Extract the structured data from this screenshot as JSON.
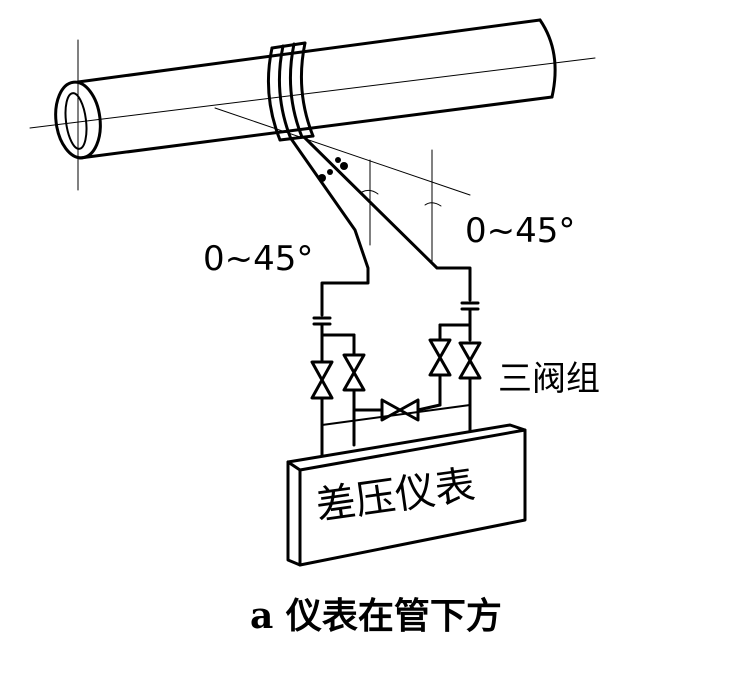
{
  "diagram": {
    "angle_left": "0~45°",
    "angle_right": "0~45°",
    "valve_group_label": "三阀组",
    "meter_label": "差压仪表",
    "caption": "a 仪表在管下方"
  }
}
